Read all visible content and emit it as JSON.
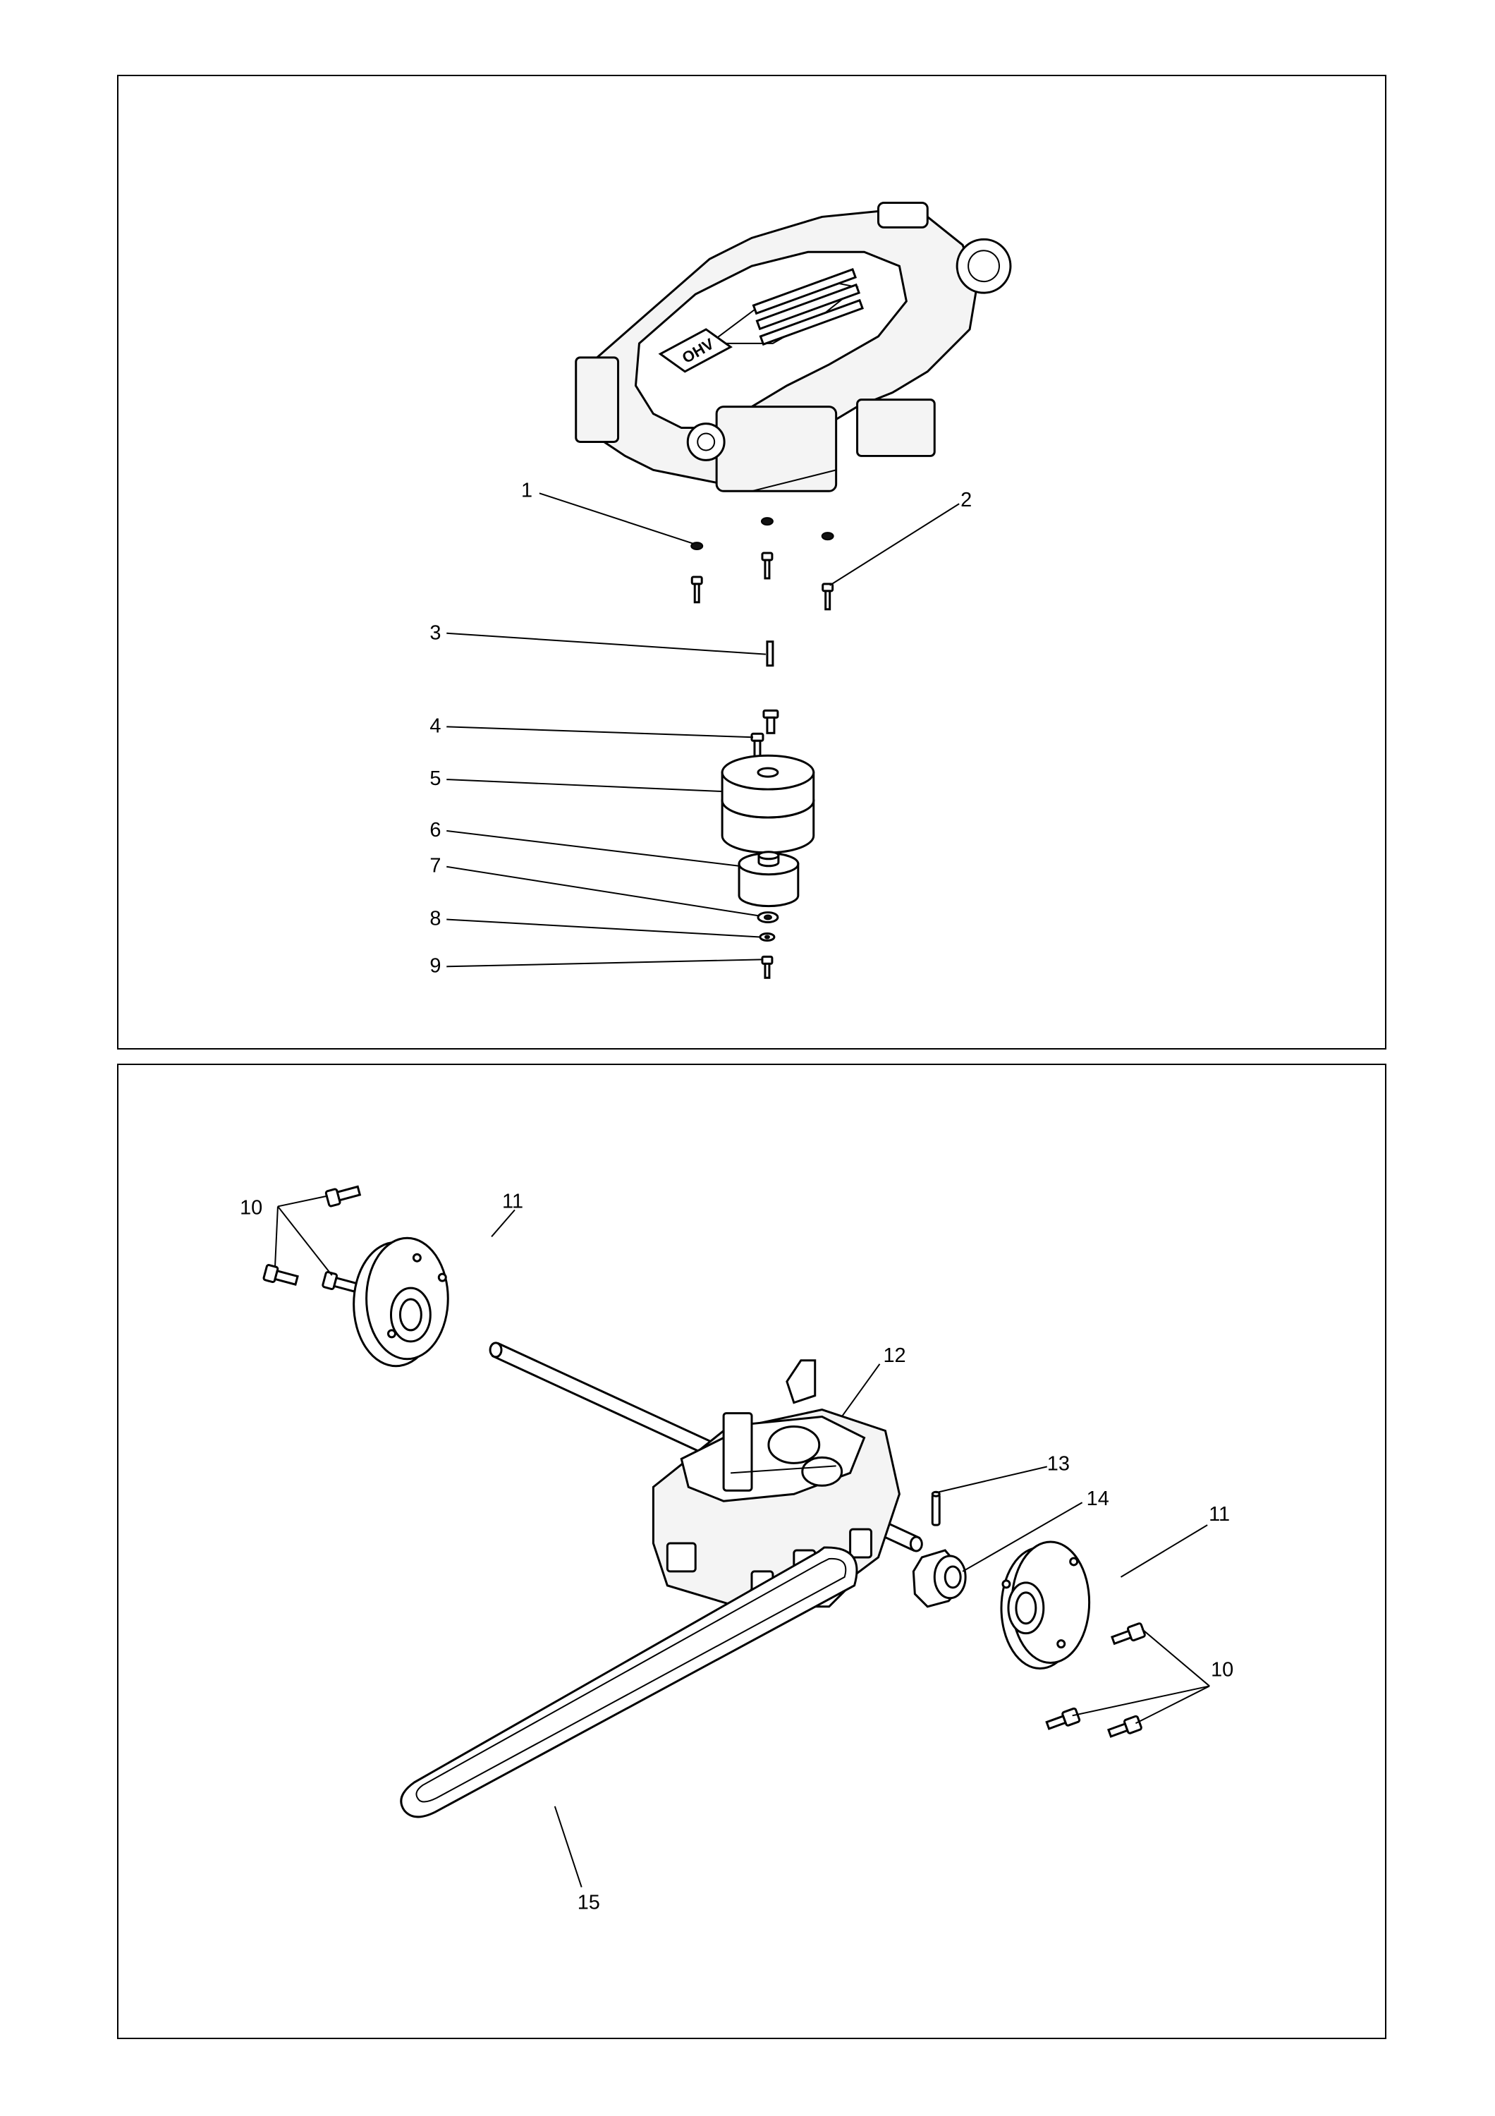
{
  "top_panel": {
    "callouts": [
      "1",
      "2",
      "3",
      "4",
      "5",
      "6",
      "7",
      "8",
      "9"
    ],
    "engine_badge": "OHV"
  },
  "bottom_panel": {
    "callouts": [
      "10",
      "11",
      "12",
      "13",
      "14",
      "11",
      "10",
      "15"
    ]
  }
}
